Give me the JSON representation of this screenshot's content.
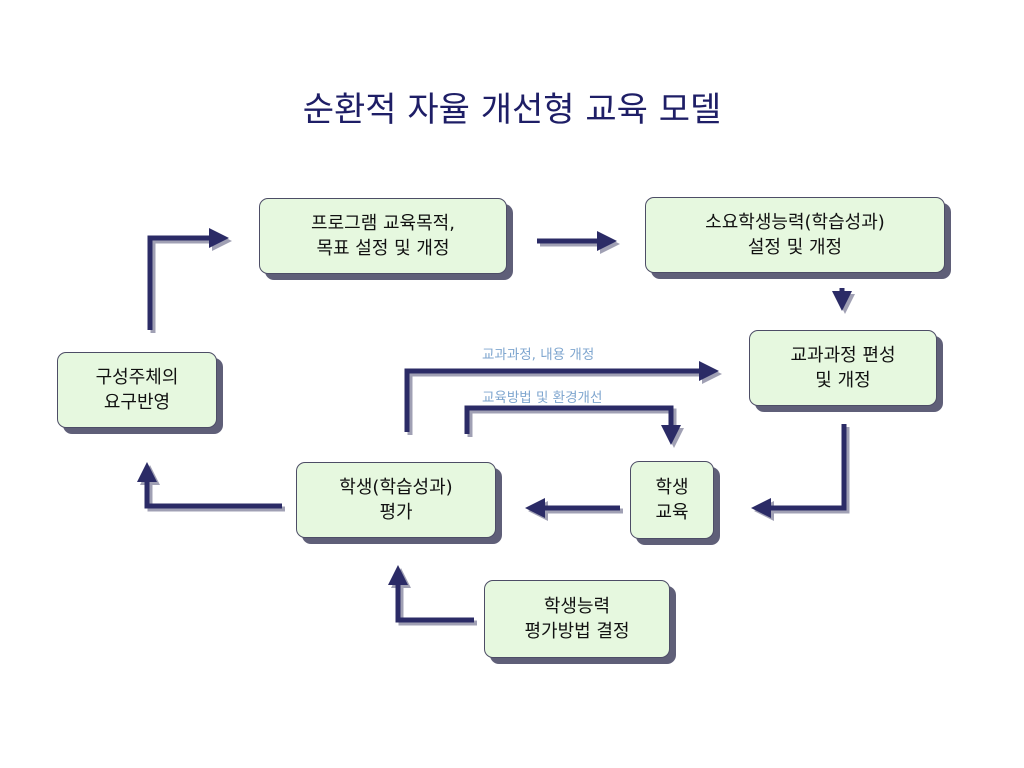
{
  "title": "순환적 자율 개선형 교육 모델",
  "boxes": {
    "program_goals": "프로그램 교육목적,\n목표 설정 및 개정",
    "required_competence": "소요학생능력(학습성과)\n설정 및 개정",
    "curriculum": "교과과정 편성\n및 개정",
    "student_education": "학생\n교육",
    "student_evaluation": "학생(학습성과)\n평가",
    "evaluation_method": "학생능력\n평가방법 결정",
    "stakeholder_needs": "구성주체의\n요구반영"
  },
  "labels": {
    "curriculum_revision": "교과과정, 내용 개정",
    "method_improvement": "교육방법 및 환경개선"
  },
  "colors": {
    "arrow": "#2b2b66",
    "arrow_shadow": "#a0a0b4",
    "box_fill": "#e6f8df",
    "title": "#1e1e66",
    "label": "#7fa6cf"
  }
}
